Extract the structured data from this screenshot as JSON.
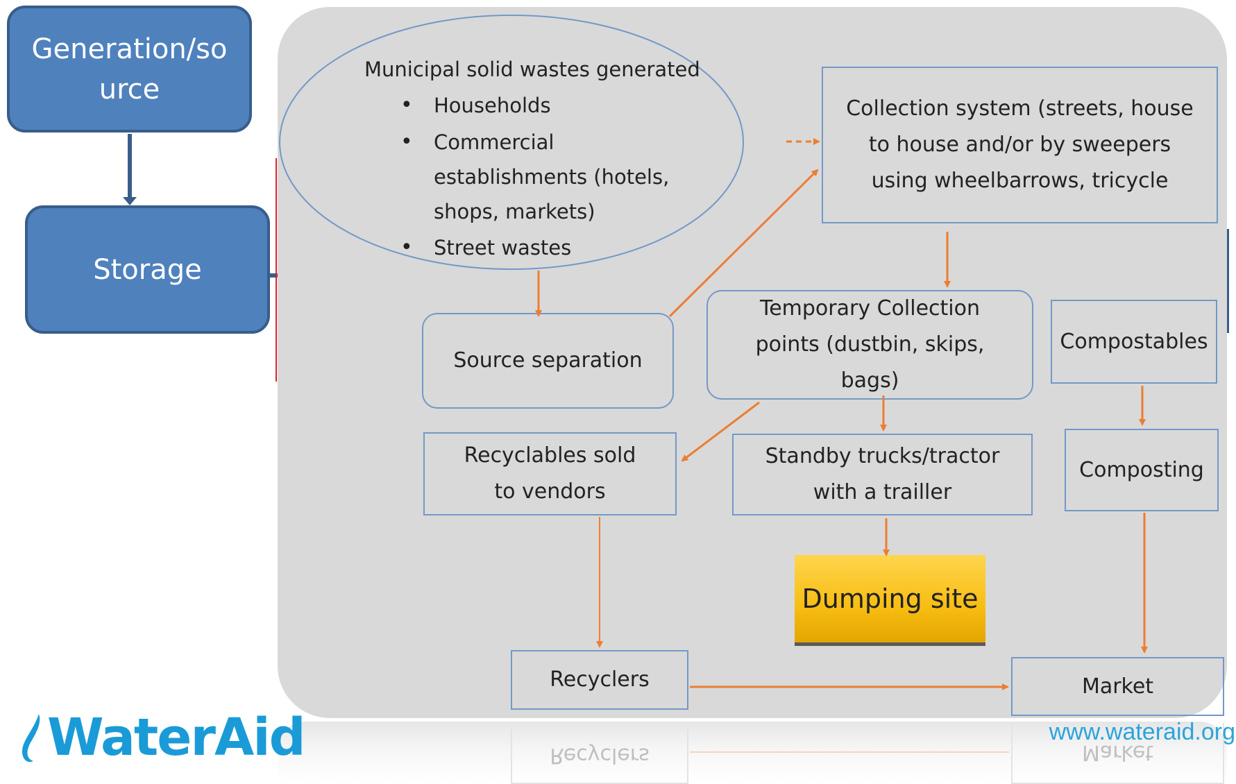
{
  "stages": {
    "generation": "Generation/so\nurce",
    "storage": "Storage"
  },
  "ellipse": {
    "title": "Municipal solid wastes generated",
    "items": [
      "Households",
      "Commercial establishments (hotels, shops, markets)",
      "Street wastes"
    ]
  },
  "nodes": {
    "collection_system": "Collection system (streets, house to house and/or by sweepers using wheelbarrows, tricycle",
    "source_separation": "Source separation",
    "temporary_points": "Temporary Collection points (dustbin, skips, bags)",
    "compostables": "Compostables",
    "recyclables": "Recyclables sold to vendors",
    "standby_trucks": "Standby trucks/tractor with a trailler",
    "composting": "Composting",
    "dumping_site": "Dumping site",
    "recyclers": "Recyclers",
    "market": "Market"
  },
  "footer": {
    "logo": "WaterAid",
    "url": "www.wateraid.org"
  },
  "colors": {
    "arrow": "#ed7d31",
    "node_border": "#7398c8",
    "side_fill": "#4f81bd",
    "dump_fill": "#f7bd12",
    "brand": "#1a9bd7"
  },
  "icons": [
    "water-drop-icon"
  ]
}
